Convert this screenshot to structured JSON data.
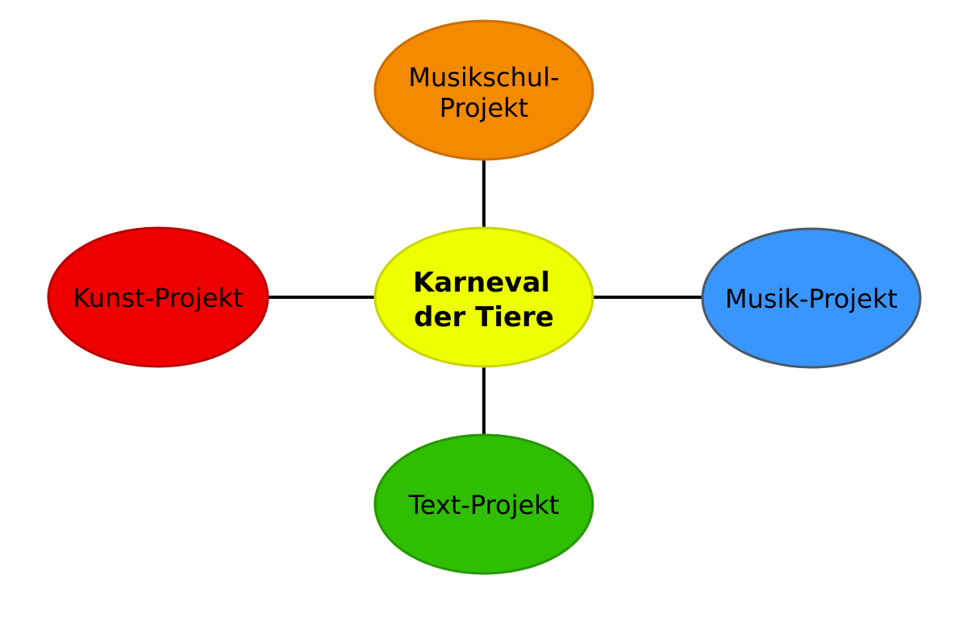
{
  "diagram": {
    "center": {
      "line1": "Karneval",
      "line2": "der Tiere",
      "fill": "#eeff00",
      "stroke": "#c9d400"
    },
    "top": {
      "line1": "Musikschul-",
      "line2": "Projekt",
      "fill": "#f48a00",
      "stroke": "#c96f00"
    },
    "left": {
      "label": "Kunst-Projekt",
      "fill": "#ef0000",
      "stroke": "#b80000"
    },
    "right": {
      "label": "Musik-Projekt",
      "fill": "#3a96ff",
      "stroke": "#4a5a66"
    },
    "bottom": {
      "label": "Text-Projekt",
      "fill": "#2fbe00",
      "stroke": "#269600"
    }
  }
}
